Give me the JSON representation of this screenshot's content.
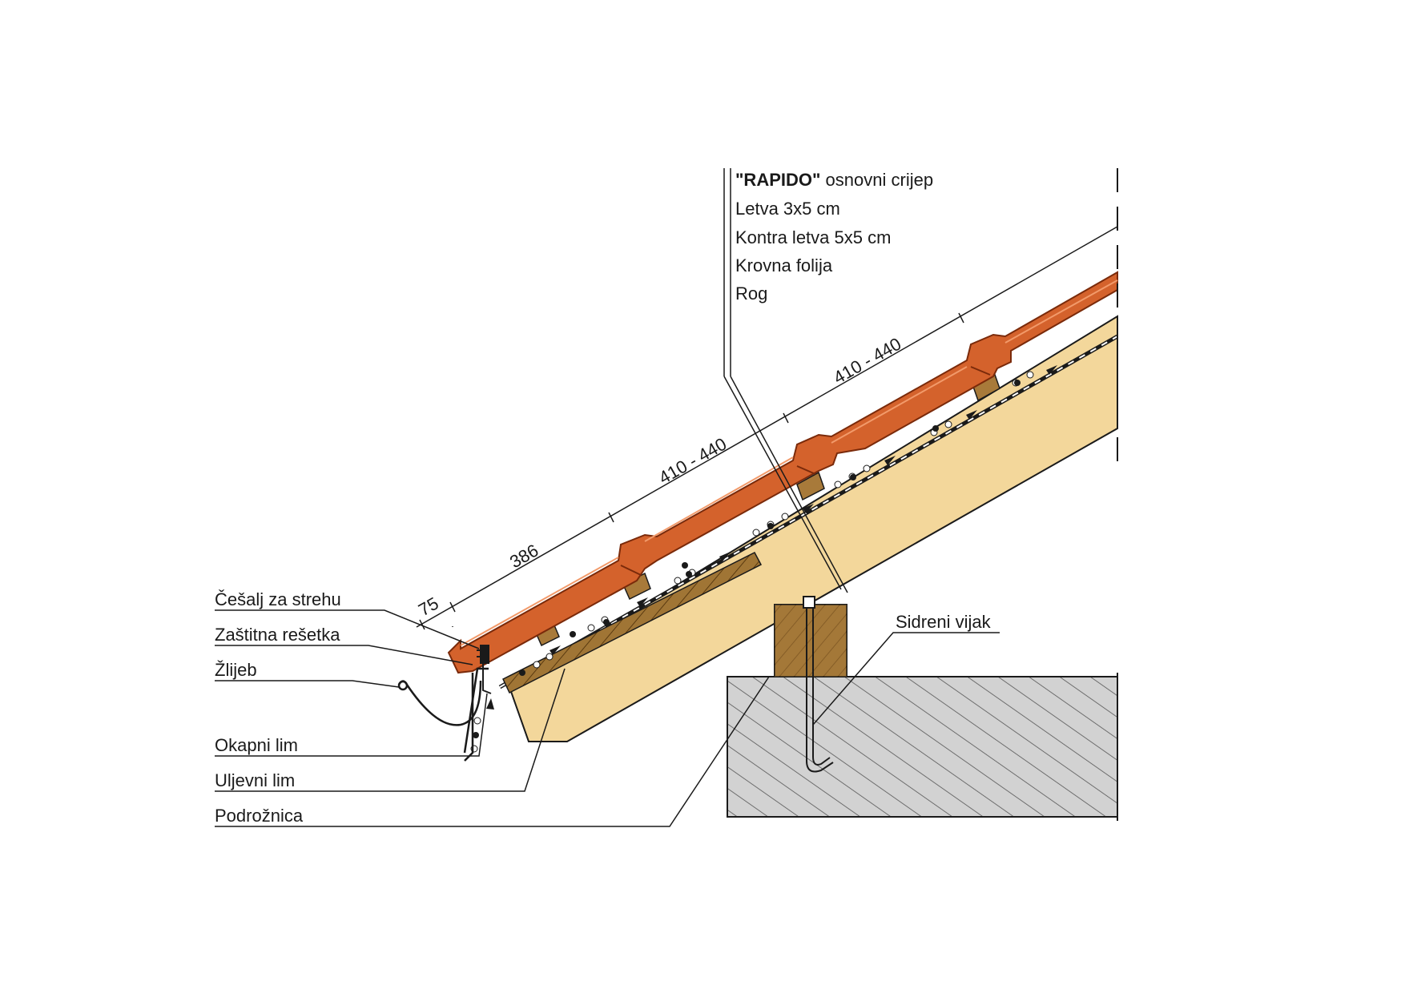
{
  "stack_labels": {
    "tile_name": "\"RAPIDO\"",
    "tile_suffix": " osnovni crijep",
    "batten": "Letva 3x5 cm",
    "counter_batten": "Kontra letva 5x5 cm",
    "membrane": "Krovna folija",
    "rafter": "Rog"
  },
  "left_labels": {
    "comb": "Češalj za strehu",
    "grille": "Zaštitna rešetka",
    "gutter": "Žlijeb",
    "drip_sheet": "Okapni lim",
    "inlet_sheet": "Uljevni lim",
    "wall_plate": "Podrožnica"
  },
  "right_labels": {
    "anchor_bolt": "Sidreni vijak"
  },
  "dimensions": {
    "eave": "75",
    "first": "386",
    "spacing_1": "410 - 440",
    "spacing_2": "410 - 440"
  },
  "colors": {
    "tile": "#d4622c",
    "tile_dark": "#7a2a0a",
    "timber": "#f3d79b",
    "timber_dark": "#8b6a2a",
    "plate": "#a87a3a",
    "concrete": "#d2d2d2",
    "line": "#1a1a1a"
  }
}
